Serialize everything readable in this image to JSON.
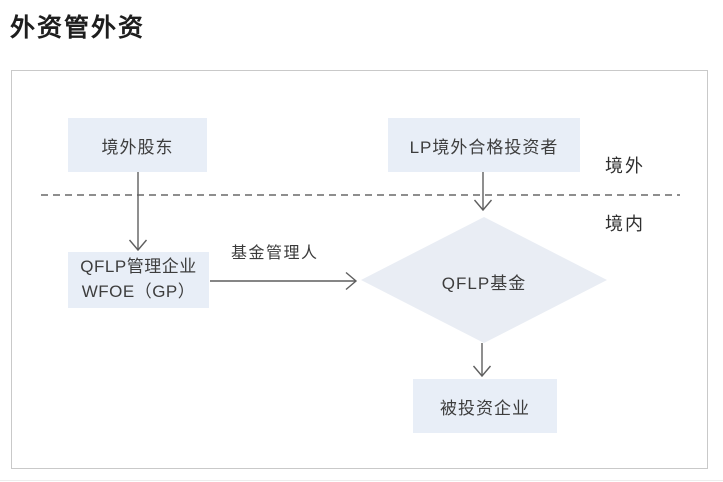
{
  "page": {
    "title": "外资管外资"
  },
  "diagram": {
    "nodes": {
      "overseas_shareholder": "境外股东",
      "lp_investor": "LP境外合格投资者",
      "qflp_manager_line1": "QFLP管理企业",
      "qflp_manager_line2": "WFOE（GP）",
      "qflp_fund": "QFLP基金",
      "investee": "被投资企业"
    },
    "labels": {
      "offshore": "境外",
      "onshore": "境内",
      "fund_manager": "基金管理人"
    },
    "colors": {
      "box_fill": "#e8eef7",
      "diamond_fill": "#e9edf4",
      "line": "#5f5f5f",
      "divider": "#4a4a4a",
      "frame_border": "#c9c9c9",
      "title_text": "#1e1e1e",
      "node_text": "#3d3d3d"
    }
  }
}
